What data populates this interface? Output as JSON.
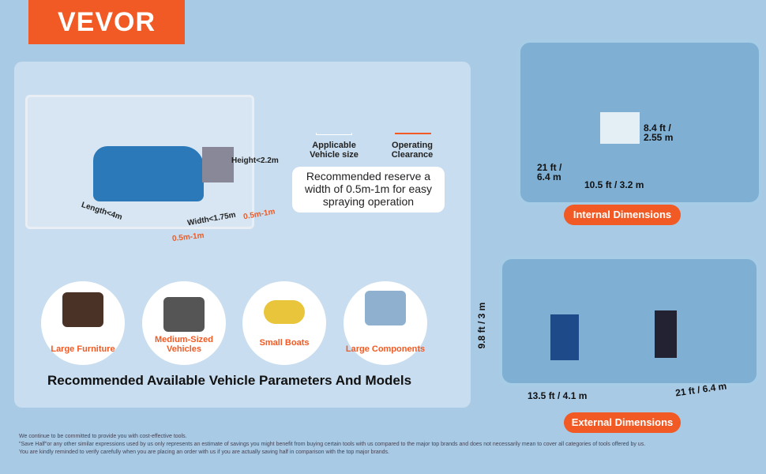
{
  "brand": "VEVOR",
  "diagram": {
    "height": "Height<2.2m",
    "length": "Length<4m",
    "width": "Width<1.75m",
    "clearance_right": "0.5m-1m",
    "clearance_front": "0.5m-1m"
  },
  "legend": {
    "applicable": "Applicable Vehicle size",
    "operating": "Operating Clearance"
  },
  "note": "Recommended reserve a width of 0.5m-1m for easy spraying operation",
  "models": [
    {
      "label": "Large Furniture"
    },
    {
      "label": "Medium-Sized Vehicles"
    },
    {
      "label": "Small Boats"
    },
    {
      "label": "Large Components"
    }
  ],
  "models_title": "Recommended Available Vehicle  Parameters And Models",
  "internal": {
    "height": "8.4 ft / 2.55 m",
    "depth": "21 ft / 6.4 m",
    "width": "10.5 ft / 3.2 m",
    "title": "Internal Dimensions"
  },
  "external": {
    "height": "9.8 ft / 3 m",
    "width": "13.5 ft / 4.1 m",
    "depth": "21 ft / 6.4 m",
    "title": "External Dimensions"
  },
  "footer": [
    "We continue to be committed to provide you with cost-effective tools.",
    "\"Save Half\"or any other similar expressions used by us only represents an estimate of savings you might benefit from buying certain tools with us compared to the major top brands and does not necessarily mean to cover all categories of tools offered by us.",
    "You are kindly reminded to verify carefully when you are placing an order with us if you are actually saving half in comparison with the top major brands."
  ],
  "colors": {
    "accent": "#f15a24",
    "background": "#a9cae5"
  }
}
